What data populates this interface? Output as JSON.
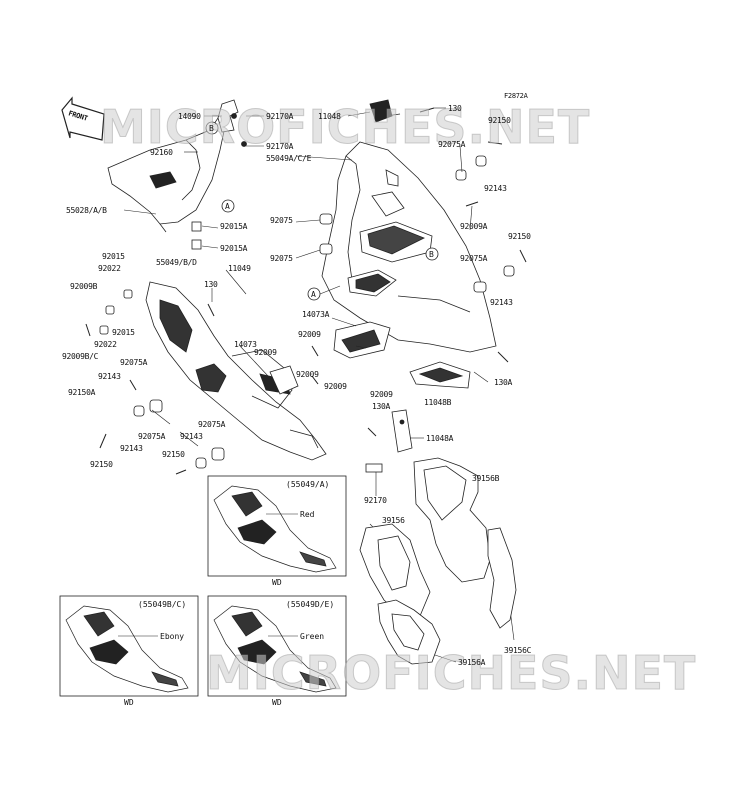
{
  "figure_code": "F2872A",
  "front_label": "FRONT",
  "watermark_top": "MICROFICHES.NET",
  "watermark_bottom": "MICROFICHES.NET",
  "callouts": {
    "A": "A",
    "B": "B"
  },
  "labels": {
    "l14090": "14090",
    "l92170A_1": "92170A",
    "l92170A_2": "92170A",
    "l11048": "11048",
    "l130_top": "130",
    "l92150_tr": "92150",
    "l92160": "92160",
    "l55049ACE": "55049A/C/E",
    "l92075A_tr": "92075A",
    "l92143_tr1": "92143",
    "l55028": "55028/A/B",
    "l92015A_1": "92015A",
    "l92015A_2": "92015A",
    "l92075_1": "92075",
    "l92075_2": "92075",
    "l92009A": "92009A",
    "l92150_r": "92150",
    "l92075A_r": "92075A",
    "l92143_r2": "92143",
    "l92015_a": "92015",
    "l92022_a": "92022",
    "l55049BD": "55049/B/D",
    "l11049": "11049",
    "l92009B": "92009B",
    "l130_mid": "130",
    "l92015_b": "92015",
    "l92022_b": "92022",
    "l92009BC": "92009B/C",
    "l92075A_l": "92075A",
    "l92143_l": "92143",
    "l92150A": "92150A",
    "l14073A": "14073A",
    "l14073": "14073",
    "l92009_a": "92009",
    "l92009_b": "92009",
    "l92009_c": "92009",
    "l92009_d": "92009",
    "l92009_e": "92009",
    "l130A_1": "130A",
    "l130A_2": "130A",
    "l11048B": "11048B",
    "l11048A": "11048A",
    "l92075A_b": "92075A",
    "l92143_b": "92143",
    "l92075A_c": "92075A",
    "l92143_c": "92143",
    "l92150_b": "92150",
    "l92150_c": "92150",
    "l92170": "92170",
    "l39156B": "39156B",
    "l39156": "39156",
    "l39156C": "39156C",
    "l39156A": "39156A"
  },
  "variant_boxes": [
    {
      "code": "(55049/A)",
      "color": "Red",
      "model": "WD"
    },
    {
      "code": "(55049B/C)",
      "color": "Ebony",
      "model": "WD"
    },
    {
      "code": "(55049D/E)",
      "color": "Green",
      "model": "WD"
    }
  ]
}
